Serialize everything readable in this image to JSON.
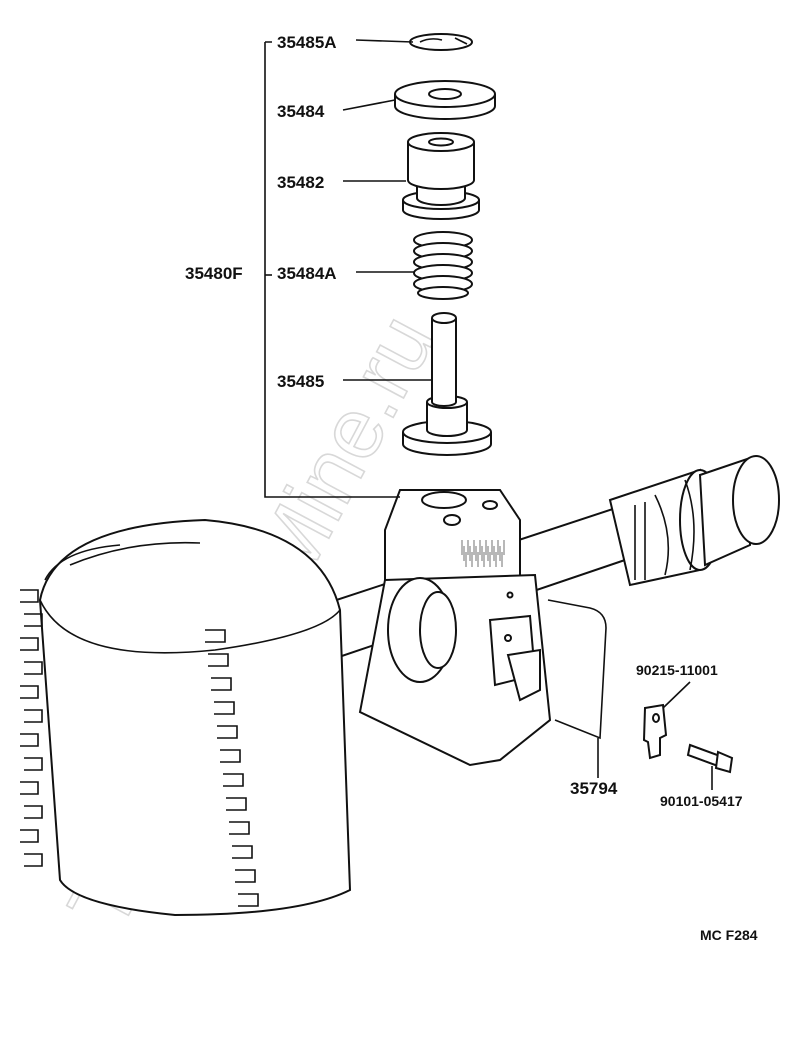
{
  "watermark": "ToyotaCarMine.ru",
  "diagram_code": "MC  F284",
  "labels": {
    "group": "35480F",
    "p1": "35485A",
    "p2": "35484",
    "p3": "35482",
    "p4": "35484A",
    "p5": "35485",
    "p6": "35794",
    "p7": "90215-11001",
    "p8": "90101-05417"
  }
}
